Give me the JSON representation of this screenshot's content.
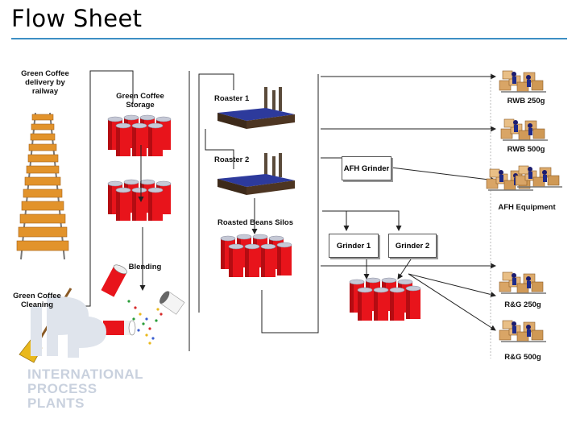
{
  "page": {
    "title": "Flow Sheet"
  },
  "labels": {
    "green_delivery": "Green Coffee delivery by railway",
    "green_storage": "Green Coffee Storage",
    "roaster1": "Roaster 1",
    "roaster2": "Roaster 2",
    "roasted_silos": "Roasted Beans Silos",
    "blending": "Blending",
    "green_cleaning": "Green Coffee Cleaning",
    "afh_grinder": "AFH Grinder",
    "grinder1": "Grinder 1",
    "grinder2": "Grinder 2",
    "rwb250": "RWB 250g",
    "rwb500": "RWB 500g",
    "afh_equipment": "AFH Equipment",
    "rg250": "R&G 250g",
    "rg500": "R&G 500g"
  },
  "logo": {
    "line1": "INTERNATIONAL",
    "line2": "PROCESS PLANTS"
  },
  "colors": {
    "accent_rule": "#3d8fc4",
    "silo": "#e8141b",
    "roaster_top": "#2d3a9c",
    "roaster_side": "#3d2a1a"
  }
}
